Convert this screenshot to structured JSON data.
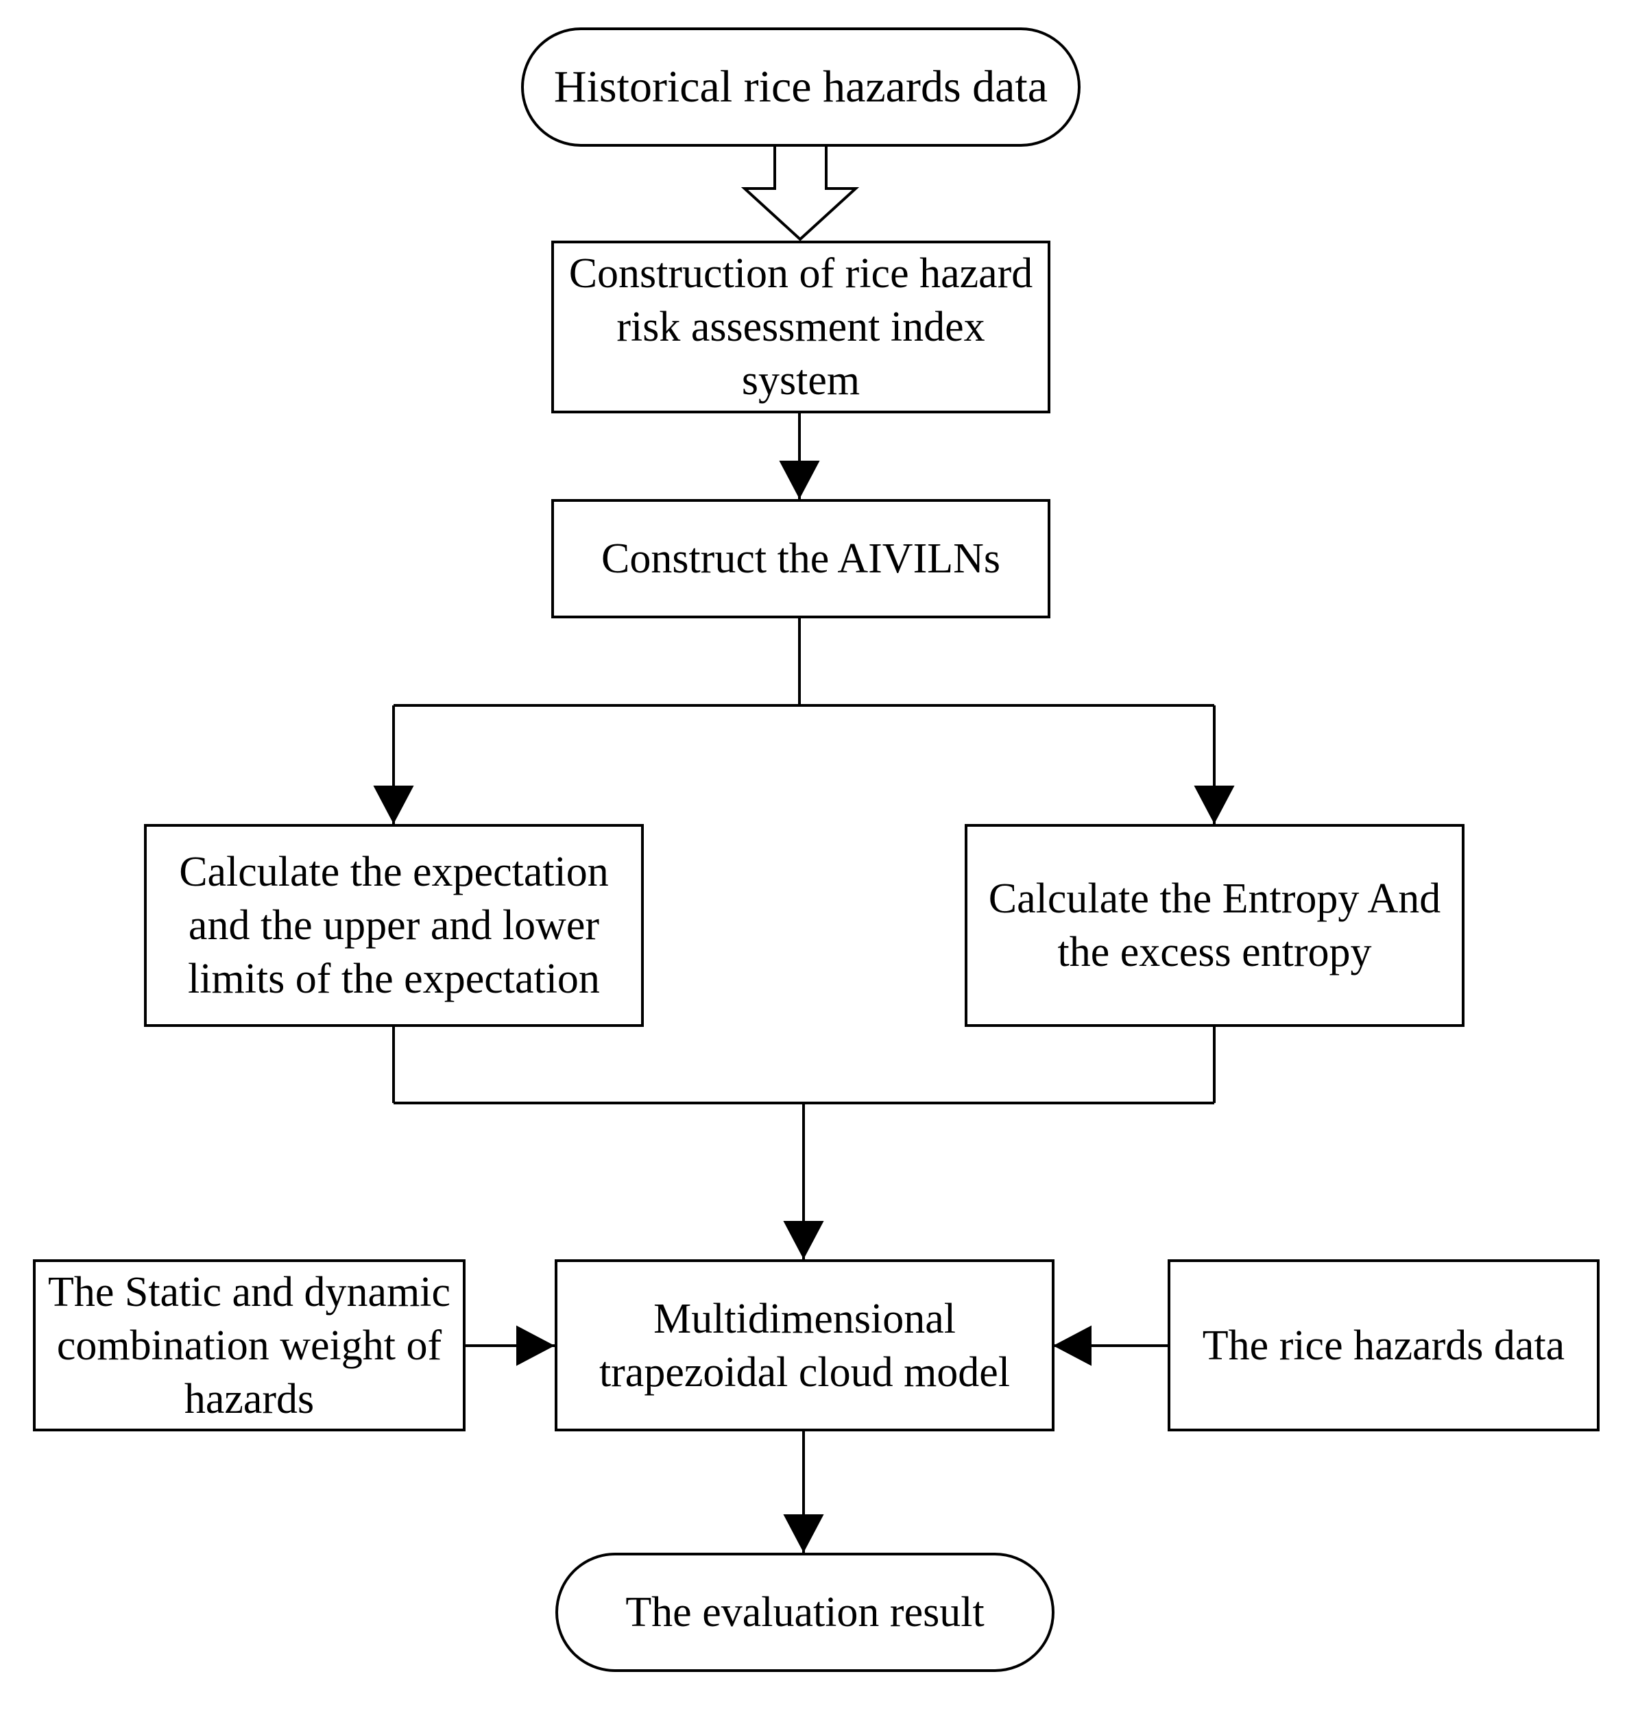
{
  "nodes": {
    "start": "Historical rice hazards data",
    "index_system": "Construction of rice hazard\nrisk assessment index\nsystem",
    "aivilns": "Construct the AIVILNs",
    "expectation": "Calculate the expectation\nand the upper and lower\nlimits of  the expectation",
    "entropy": "Calculate the Entropy And\nthe excess entropy",
    "weights": "The Static and dynamic\ncombination  weight of\nhazards",
    "cloud_model": "Multidimensional\ntrapezoidal cloud model",
    "hazards_data": "The  rice hazards  data",
    "result": "The  evaluation result"
  },
  "edges": [
    {
      "from": "start",
      "to": "index_system",
      "style": "hollow-block-arrow"
    },
    {
      "from": "index_system",
      "to": "aivilns",
      "style": "solid-arrow"
    },
    {
      "from": "aivilns",
      "to": "expectation",
      "style": "solid-arrow"
    },
    {
      "from": "aivilns",
      "to": "entropy",
      "style": "solid-arrow"
    },
    {
      "from": "expectation",
      "to": "cloud_model",
      "style": "solid-arrow"
    },
    {
      "from": "entropy",
      "to": "cloud_model",
      "style": "solid-arrow"
    },
    {
      "from": "weights",
      "to": "cloud_model",
      "style": "solid-arrow"
    },
    {
      "from": "hazards_data",
      "to": "cloud_model",
      "style": "solid-arrow"
    },
    {
      "from": "cloud_model",
      "to": "result",
      "style": "solid-arrow"
    }
  ],
  "colors": {
    "stroke": "#000000",
    "fill": "#ffffff",
    "text": "#000000"
  }
}
